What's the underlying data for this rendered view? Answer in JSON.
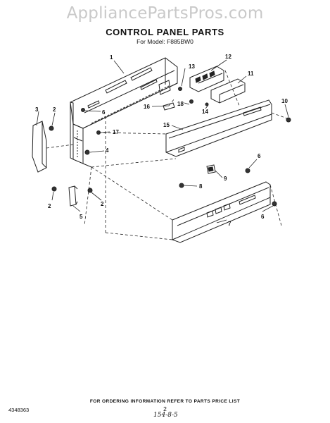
{
  "watermark": "AppliancePartsPros.com",
  "title": "CONTROL PANEL PARTS",
  "model": "For Model: F885BW0",
  "callouts": [
    {
      "id": "c1",
      "label": "1"
    },
    {
      "id": "c2a",
      "label": "2"
    },
    {
      "id": "c2b",
      "label": "2"
    },
    {
      "id": "c2c",
      "label": "2"
    },
    {
      "id": "c3",
      "label": "3"
    },
    {
      "id": "c4",
      "label": "4"
    },
    {
      "id": "c5",
      "label": "5"
    },
    {
      "id": "c6a",
      "label": "6"
    },
    {
      "id": "c6b",
      "label": "6"
    },
    {
      "id": "c6c",
      "label": "6"
    },
    {
      "id": "c7",
      "label": "7"
    },
    {
      "id": "c8",
      "label": "8"
    },
    {
      "id": "c9",
      "label": "9"
    },
    {
      "id": "c10",
      "label": "10"
    },
    {
      "id": "c11",
      "label": "11"
    },
    {
      "id": "c12",
      "label": "12"
    },
    {
      "id": "c13",
      "label": "13"
    },
    {
      "id": "c14",
      "label": "14"
    },
    {
      "id": "c15",
      "label": "15"
    },
    {
      "id": "c16",
      "label": "16"
    },
    {
      "id": "c17",
      "label": "17"
    },
    {
      "id": "c18",
      "label": "18"
    }
  ],
  "footer": {
    "ordering_note": "FOR ORDERING INFORMATION REFER TO PARTS PRICE LIST",
    "doc_number": "4348363",
    "page": "2",
    "handwritten": "154-8-5"
  }
}
